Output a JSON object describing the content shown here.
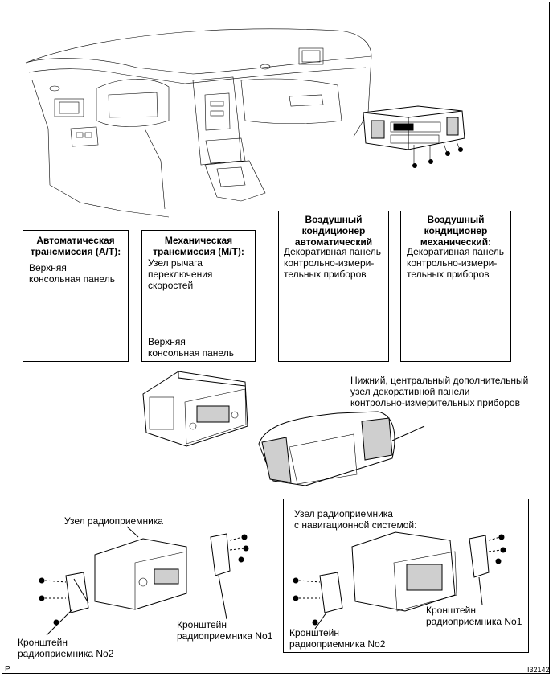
{
  "at_box": {
    "title": "Автоматическая\nтрансмиссия (A/T):",
    "label": "Верхняя\nконсольная панель"
  },
  "mt_box": {
    "title": "Механическая\nтрансмиссия (M/T):",
    "lever_label": "Узел рычага\nпереключения\nскоростей",
    "panel_label": "Верхняя\nконсольная панель"
  },
  "ac_auto_box": {
    "title": "Воздушный\nкондиционер\nавтоматический",
    "label": "Декоративная панель\nконтрольно-измери-\nтельных приборов"
  },
  "ac_manual_box": {
    "title": "Воздушный\nкондиционер\nмеханический:",
    "label": "Декоративная панель\nконтрольно-измери-\nтельных приборов"
  },
  "center_panel_label": "Нижний, центральный дополнительный\nузел декоративной панели\nконтрольно-измерительных приборов",
  "radio_left": {
    "title": "Узел радиоприемника",
    "bracket2": "Кронштейн\nрадиоприемника No2",
    "bracket1": "Кронштейн\nрадиоприемника No1"
  },
  "radio_nav_box": {
    "title": "Узел радиоприемника\nс навигационной системой:",
    "bracket1": "Кронштейн\nрадиоприемника No1",
    "bracket2": "Кронштейн\nрадиоприемника No2"
  },
  "corner_left": "P",
  "corner_right": "I32142"
}
